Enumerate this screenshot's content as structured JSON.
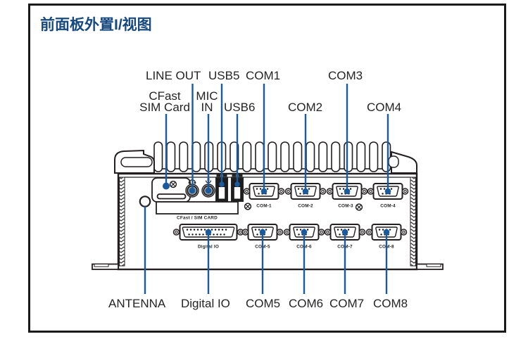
{
  "title": "前面板外置I/视图",
  "colors": {
    "accent": "#1b5a9c",
    "title_blue": "#17497f",
    "ink": "#231f20"
  },
  "callouts": {
    "line_out": "LINE OUT",
    "cfast_line1": "CFast",
    "cfast_line2": "SIM Card",
    "mic_line1": "MIC",
    "mic_line2": "IN",
    "usb5": "USB5",
    "usb6": "USB6",
    "com1": "COM1",
    "com2": "COM2",
    "com3": "COM3",
    "com4": "COM4",
    "antenna": "ANTENNA",
    "digital_io": "Digital IO",
    "com5": "COM5",
    "com6": "COM6",
    "com7": "COM7",
    "com8": "COM8"
  },
  "device_markings": {
    "cfast_slot": "CFast / SIM CARD",
    "digital_io": "Digital IO",
    "com1": "COM-1",
    "com2": "COM-2",
    "com3": "COM-3",
    "com4": "COM-4",
    "com5": "COM-5",
    "com6": "COM-6",
    "com7": "COM-7",
    "com8": "COM-8"
  }
}
